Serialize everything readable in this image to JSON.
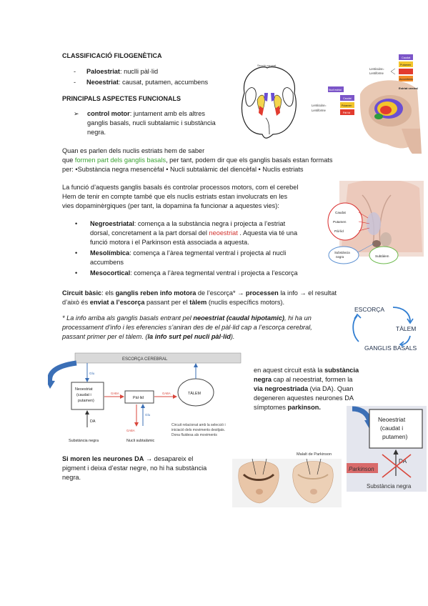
{
  "title1": "CLASSIFICACIÓ FILOGENÈTICA",
  "paleo_term": "Paloestriat",
  "paleo_desc": ": nuclli pàl·lid",
  "neo_term": "Neoestriat",
  "neo_desc": ": causat, putamen, accumbens",
  "title2": "PRINCIPALS ASPECTES FUNCIONALS",
  "motor_term": "control motor",
  "motor_l1": ": juntament amb els altres",
  "motor_l2": "ganglis basals, nucli subtalamic i substància",
  "motor_l3": "negra.",
  "p1_l1": "Quan es parlen dels nuclis estriats hem de saber",
  "p1_l2_a": "que ",
  "p1_l2_green": "formen part dels ganglis basals",
  "p1_l2_b": ", per tant, podem dir que els ganglis basals estan formats",
  "p1_l3": "per: •Substància negra mesencèfal • Nucli subtalàmic del diencèfal • Nuclis estriats",
  "p2_l1": "La funció d’aquests ganglis basals és controlar processos motors, com el cerebel",
  "p2_l2": "Hem de tenir en compte també que els nuclis estriats estan involucrats en les",
  "p2_l3": "vies dopaminèrgiques (per tant, la dopamina fa funcionar a aquestes vies):",
  "nigro_term": "Negroestriatal",
  "nigro_l1": ": comença a la substància negra i projecta a l’estriat",
  "nigro_l2_a": "dorsal, concretament a la part dorsal del ",
  "nigro_l2_red": "neoestriat",
  "nigro_l2_b": " . Aquesta via té una",
  "nigro_l3": "funció motora i el Parkinson està associada a aquesta.",
  "meso_term": "Mesolímbica",
  "meso_l1": ": comença a l’àrea tegmental ventral i projecta al nucli",
  "meso_l2": "accumbens",
  "mesoc_term": "Mesocortical",
  "mesoc_l1": ": comença a l’àrea tegmental ventral i projecta a l’escorça",
  "circ_l1_a": "Circuit bàsic",
  "circ_l1_b": ": els ",
  "circ_l1_c": "ganglis reben info motora",
  "circ_l1_d": " de l’escorça* → ",
  "circ_l1_e": "processen",
  "circ_l1_f": " la info → el resultat",
  "circ_l2_a": "d’això és ",
  "circ_l2_b": "enviat a l’escorça",
  "circ_l2_c": " passant per el ",
  "circ_l2_d": "tàlem",
  "circ_l2_e": " (nuclis específics motors).",
  "foot_l1_a": "* La info arriba als ganglis basals entrant pel ",
  "foot_l1_b": "neoestriat (caudal hipotamic)",
  "foot_l1_c": ", hi ha un",
  "foot_l2": "processament d’info i les eferencies s’aniran des de el pàl·lid cap a l’escorça cerebral,",
  "foot_l3_a": "passant primer per el tàlem. (",
  "foot_l3_b": "la info surt pel nucli pàl·lid",
  "foot_l3_c": ").",
  "cycle": {
    "escorca": "ESCORÇA",
    "talem": "TÀLEM",
    "ganglis": "GANGLIS BASALS"
  },
  "circuit_fig": {
    "escorca": "ESCORÇA CEREBRAL",
    "neo1": "Neoestriat",
    "neo2": "(caudat i",
    "neo3": "putamen)",
    "pal": "Pàl·lid",
    "talem": "TÀLEM",
    "glu1": "Glu",
    "gaba1": "GABA",
    "gaba2": "GABA",
    "glu2": "Glu",
    "gaba3": "GABA",
    "da": "DA",
    "subneg": "Substància negra",
    "subtal": "Nucli subtalàmic",
    "note1": "Circuit relacionat amb la  selecció i",
    "note2": "iniciació dels moviments desitjats.",
    "note3": "Dona fluidesa als moviments"
  },
  "side_l1": "en aquest circuit està la ",
  "side_l1_b": "substància",
  "side_l2_b": "negra",
  "side_l2": " cap al neoestriat, formen la",
  "side_l3_b": "via negroestriada",
  "side_l3": " (via  DA). Quan",
  "side_l4": "degeneren aquestes neurones DA",
  "side_l5": "símptomes ",
  "side_l5_b": "parkinson.",
  "park_fig": {
    "neo1": "Neoestriat",
    "neo2": "(caudat i",
    "neo3": "putamen)",
    "da": "DA",
    "parkinson": "Parkinson",
    "subneg": "Substància negra"
  },
  "death_l1_b": "Si moren les neurones DA",
  "death_l1": " → desapareix el",
  "death_l2": "pigment i deixa d’estar negre, no hi ha substància",
  "death_l3": "negra.",
  "midbrain_label": "Malalt de Parkinson",
  "brain_fig": {
    "top_caudat": "Caudat",
    "top_putamen": "Putamen",
    "top_accumbens": "Accumbens",
    "lenticular": "Lenticular=",
    "lentiforme": "Lentiforme",
    "left_nuclis": "Nucli estriat",
    "left_caudat": "Caudat",
    "left_putamen": "Putamen",
    "left_pallid": "Pàl·lid",
    "lenticular2": "Lenticular=",
    "lentiforme2": "Lentiforme",
    "estriat_ventral": "Estriat ventral",
    "coronal_title": "Secció coronal"
  },
  "slice_fig": {
    "caudat": "Caudat",
    "putamen": "Putamen",
    "pallid": "Pàl·lid",
    "subneg1": "Substància",
    "subneg2": "negra",
    "subtal": "Subtàlem"
  }
}
